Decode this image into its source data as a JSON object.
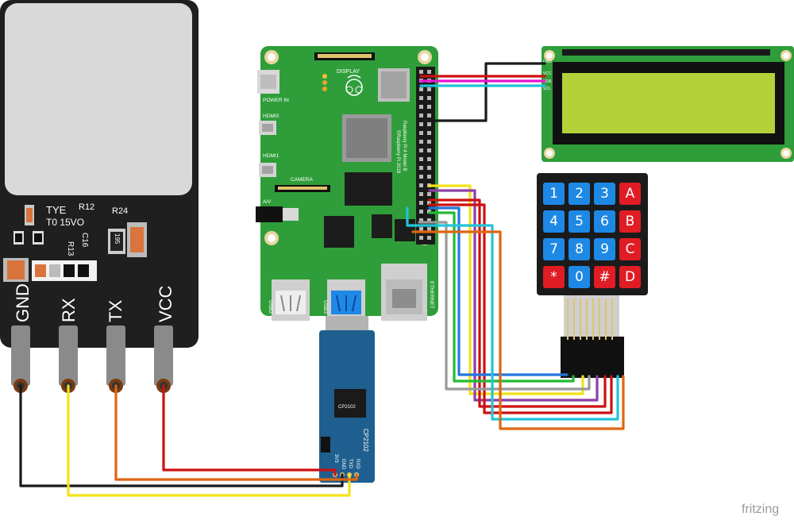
{
  "fingerprint_sensor": {
    "marking_tye": "TYE",
    "marking_t0": "T0 15VO",
    "marking_r12": "R12",
    "marking_r24": "R24",
    "marking_r13": "R13",
    "marking_c16": "C16",
    "marking_195": "195",
    "pins": [
      "GND",
      "RX",
      "TX",
      "VCC"
    ]
  },
  "raspberry_pi": {
    "display_label": "DISPLAY",
    "power_label": "POWER IN",
    "hdmi0_label": "HDMI0",
    "hdmi1_label": "HDMI1",
    "camera_label": "CAMERA",
    "av_label": "A/V",
    "usb2_label": "USB2",
    "usb3_label": "USB3",
    "ethernet_label": "ETHERNET",
    "model_line1": "Raspberry Pi 4 Model B",
    "model_line2": "©Raspberry Pi 2018"
  },
  "lcd": {
    "pins": [
      "GND",
      "VCC",
      "SDA",
      "SCL"
    ],
    "backlight_color": "#b5d13a"
  },
  "keypad": {
    "keys": [
      "1",
      "2",
      "3",
      "A",
      "4",
      "5",
      "6",
      "B",
      "7",
      "8",
      "9",
      "C",
      "*",
      "0",
      "#",
      "D"
    ]
  },
  "usb_serial": {
    "chip_label": "CP2102",
    "board_label": "CP2102",
    "pins": [
      "3V3",
      "GND",
      "TXD",
      "RXD"
    ]
  },
  "watermark": "fritzing",
  "colors": {
    "wire_black": "#1a1a1a",
    "wire_red": "#cc1111",
    "wire_yellow": "#f2e218",
    "wire_orange": "#dd6611",
    "wire_magenta": "#e815d0",
    "wire_cyan": "#22c4d8",
    "wire_green": "#22bb33",
    "wire_blue": "#2277dd",
    "wire_purple": "#8e3fa8",
    "wire_gray": "#999999",
    "pi_green": "#2f9e3a",
    "sensor_black": "#1f1f1f",
    "keypad_blue": "#1e88e5",
    "keypad_red": "#e01c24"
  }
}
